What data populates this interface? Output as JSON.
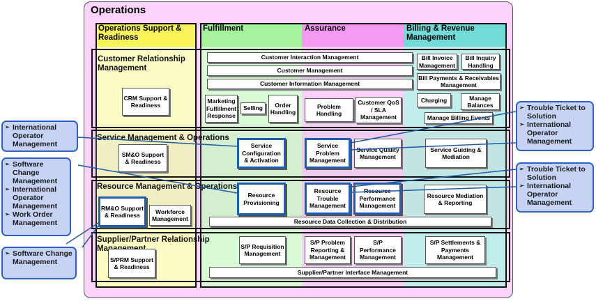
{
  "title": "Operations",
  "columns": {
    "osr": "Operations Support & Readiness",
    "fulfillment": "Fulfillment",
    "assurance": "Assurance",
    "billing": "Billing & Revenue Management"
  },
  "rows": {
    "crm": "Customer Relationship Management",
    "smo": "Service Management & Operations",
    "rmo": "Resource Management & Operations",
    "sprm": "Supplier/Partner Relationship Management"
  },
  "boxes": {
    "cust_interaction": "Customer Interaction Management",
    "cust_mgmt": "Customer Management",
    "cust_info": "Customer Information Management",
    "crm_sr": "CRM Support & Readiness",
    "mkt_fulfill": "Marketing Fulfillment Response",
    "selling": "Selling",
    "order_handling": "Order Handling",
    "problem_handling": "Problem Handling",
    "cust_qos": "Customer QoS / SLA Management",
    "bill_invoice": "Bill Invoice Management",
    "bill_inquiry": "Bill Inquiry Handling",
    "bill_payments": "Bill Payments & Receivables Management",
    "charging": "Charging",
    "manage_balances": "Manage Balances",
    "manage_billing_events": "Manage Billing Events",
    "smo_sr": "SM&O Support & Readiness",
    "svc_config": "Service Configuration & Activation",
    "svc_problem": "Service Problem Management",
    "svc_quality": "Service Quality Management",
    "svc_guiding": "Service Guiding & Mediation",
    "rmo_sr": "RM&O Support & Readiness",
    "workforce": "Workforce Management",
    "res_prov": "Resource Provisioning",
    "res_trouble": "Resource Trouble Management",
    "res_perf": "Resource Performance Management",
    "res_mediation": "Resource Mediation & Reporting",
    "res_data": "Resource Data Collection & Distribution",
    "sprm_sr": "S/PRM Support & Readiness",
    "sp_req": "S/P Requisition Management",
    "sp_problem": "S/P Problem Reporting & Management",
    "sp_perf": "S/P Performance Management",
    "sp_settle": "S/P Settlements & Payments Management",
    "sp_interface": "Supplier/Partner Interface Management"
  },
  "callouts": {
    "left1": [
      "International Operator Management"
    ],
    "left2": [
      "Software Change Management",
      "International Operator Management",
      "Work Order Management"
    ],
    "left3": [
      "Software Change Management"
    ],
    "right1": [
      "Trouble Ticket to Solution",
      "International Operator Management"
    ],
    "right2": [
      "Trouble Ticket to Solution",
      "International Operator Management"
    ]
  },
  "colors": {
    "operations_bg": "#fbd3fb",
    "osr_header": "#f8f45a",
    "osr_body": "#fdfbc4",
    "fulfillment_header": "#a6f39e",
    "fulfillment_body": "#d8fad4",
    "assurance_header": "#f59af2",
    "assurance_body": "#fbd0fa",
    "billing_header": "#74dcd8",
    "billing_body": "#c1eeec",
    "callout_fill": "#c6d3f5",
    "highlight_border": "#1a5fb4"
  }
}
